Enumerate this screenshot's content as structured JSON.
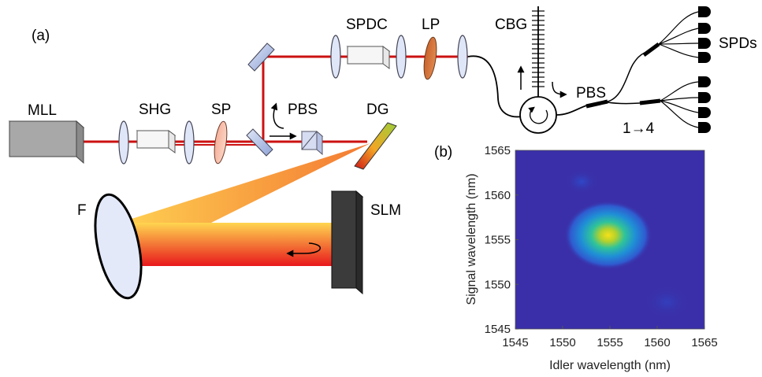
{
  "diagram": {
    "panel_a": "(a)",
    "panel_b": "(b)",
    "labels": {
      "mll": "MLL",
      "shg": "SHG",
      "sp": "SP",
      "pbs_left": "PBS",
      "dg": "DG",
      "spdc": "SPDC",
      "lp": "LP",
      "cbg": "CBG",
      "pbs_right": "PBS",
      "spds": "SPDs",
      "splitter": "1→4",
      "f": "F",
      "slm": "SLM"
    },
    "colors": {
      "beam": "#cc1111",
      "heatmap_background": "#3a2fa8",
      "heatmap_peak": "#f5e11a"
    }
  },
  "chart_data": {
    "type": "heatmap",
    "xlabel": "Idler wavelength (nm)",
    "ylabel": "Signal wavelength (nm)",
    "xlim": [
      1545,
      1565
    ],
    "ylim": [
      1545,
      1565
    ],
    "x_ticks": [
      "1545",
      "1550",
      "1555",
      "1560",
      "1565"
    ],
    "y_ticks": [
      "1545",
      "1550",
      "1555",
      "1560",
      "1565"
    ],
    "peak": {
      "x": 1554.8,
      "y": 1555.5
    },
    "grid": false
  }
}
